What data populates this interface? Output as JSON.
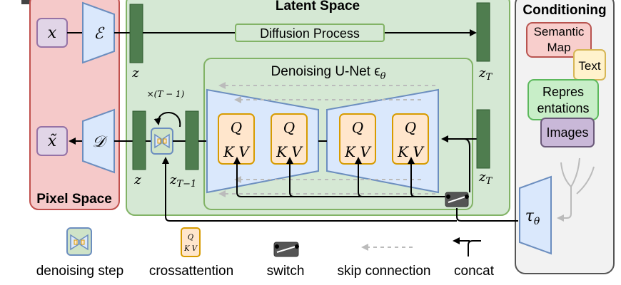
{
  "panels": {
    "latent_title": "Latent Space",
    "conditioning_title": "Conditioning",
    "pixel_title": "Pixel Space"
  },
  "main": {
    "x_symbol": "x",
    "x_tilde_symbol": "x̃",
    "encoder_symbol": "ℰ",
    "decoder_symbol": "𝒟",
    "z_label": "z",
    "z_label_bottom": "z",
    "zT_label": "z",
    "zT_sub": "T",
    "zT_label_bottom": "z",
    "zT_sub_bottom": "T",
    "zT1_label": "z",
    "zT1_sub": "T−1",
    "loop_label": "×(T − 1)",
    "diffusion_label": "Diffusion Process",
    "unet_label": "Denoising U-Net ϵ",
    "unet_sub": "θ",
    "tau_label": "τ",
    "tau_sub": "θ",
    "attn_q": "Q",
    "attn_kv": "K V"
  },
  "conditioning": {
    "semantic_map": [
      "Semantic",
      "Map"
    ],
    "text": "Text",
    "representations": [
      "Repres",
      "entations"
    ],
    "images": "Images"
  },
  "legend": {
    "denoising_step": "denoising step",
    "crossattention": "crossattention",
    "switch": "switch",
    "skip_connection": "skip connection",
    "concat": "concat"
  },
  "colors": {
    "pixel_bg": "#f5c9c9",
    "pixel_border": "#c0504d",
    "latent_bg": "#d5e8d4",
    "latent_border": "#82b366",
    "bar_green": "#4f7d4f",
    "blue_fill": "#dae8fc",
    "blue_border": "#6c8ebf",
    "purple_fill": "#e1d5e7",
    "purple_border": "#9673a6",
    "attn_fill": "#ffe6cc",
    "attn_border": "#d79b00",
    "text_yellow": "#fff2cc",
    "images_fill": "#c9b8d8"
  }
}
